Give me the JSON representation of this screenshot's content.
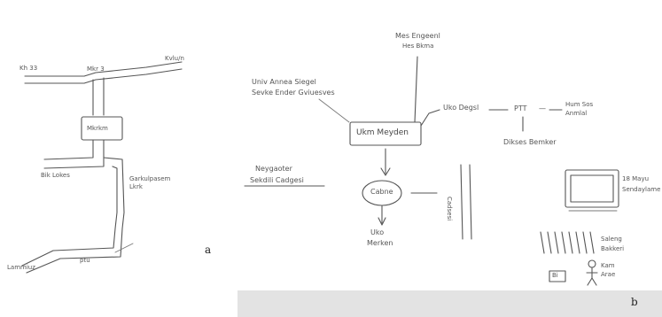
{
  "panel_a": {
    "letter": "a",
    "labels": {
      "top_left": "Kh 33",
      "top_mid": "Mkr 3",
      "top_right": "Kvlu/n",
      "center_box": "Mkrkm",
      "left_mid": "Bik Lokes",
      "right_mid": "Garkulpasem Lkrk",
      "bottom_left": "Lammiuz",
      "bottom_mid": "ptu"
    }
  },
  "panel_b": {
    "letter": "b",
    "labels": {
      "top_center_1": "Mes Engeenl",
      "top_center_2": "Hes Bkma",
      "left_block_1": "Univ   Annea Siegel",
      "left_block_2": "Sevke  Ender Gviuesves",
      "center_box": "Ukm Meyden",
      "right_arrow_text": "Uko Degsl",
      "ptt": "PTT",
      "dash": "—",
      "right_block_1": "Hum Sos",
      "right_block_2": "Anmlal",
      "right_sub": "Dikses Bemker",
      "left_nav_1": "Neygaoter",
      "left_nav_2": "Sekdili Cadgesi",
      "center_circle": "Cabne",
      "bottom_center_1": "Uko",
      "bottom_center_2": "Merken",
      "vertical_road": "Cadsesi",
      "right_box_text_1": "18 Mayu",
      "right_box_text_2": "Sendaylame",
      "bottom_right_1": "Saleng",
      "bottom_right_2": "Bakkeri",
      "bottom_right_3": "Kam",
      "bottom_right_4": "Arae",
      "small_box": "Bi"
    }
  }
}
